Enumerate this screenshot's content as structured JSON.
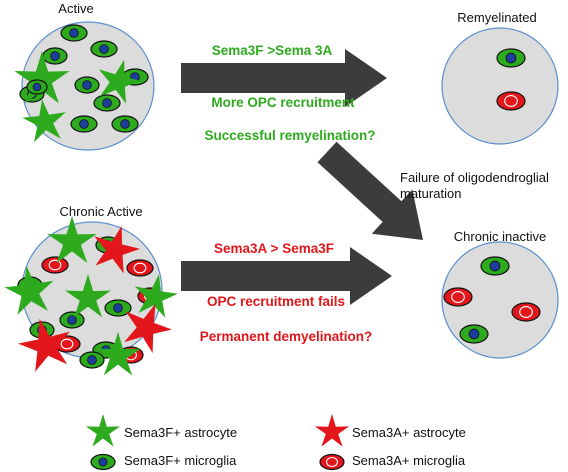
{
  "colors": {
    "green": "#2eaa1f",
    "red": "#e3161b",
    "lesion_fill": "#dcdcdc",
    "lesion_stroke": "#5b8fd0",
    "arrow": "#3c3c3c",
    "nucleus": "#1c3f9e"
  },
  "states": {
    "active": "Active",
    "remyelinated": "Remyelinated",
    "chronic_active": "Chronic Active",
    "chronic_inactive": "Chronic inactive"
  },
  "top_arrow": {
    "ratio": "Sema3F >Sema 3A",
    "recruit": "More OPC recruitment",
    "outcome": "Successful remyelination?"
  },
  "bottom_arrow": {
    "ratio": "Sema3A > Sema3F",
    "recruit": "OPC recruitment fails",
    "outcome": "Permanent demyelination?"
  },
  "diagonal": {
    "line1": "Failure of oligodendroglial",
    "line2": "maturation"
  },
  "legend": {
    "f_astro": "Sema3F+ astrocyte",
    "a_astro": "Sema3A+ astrocyte",
    "f_micro": "Sema3F+ microglia",
    "a_micro": "Sema3A+ microglia"
  }
}
